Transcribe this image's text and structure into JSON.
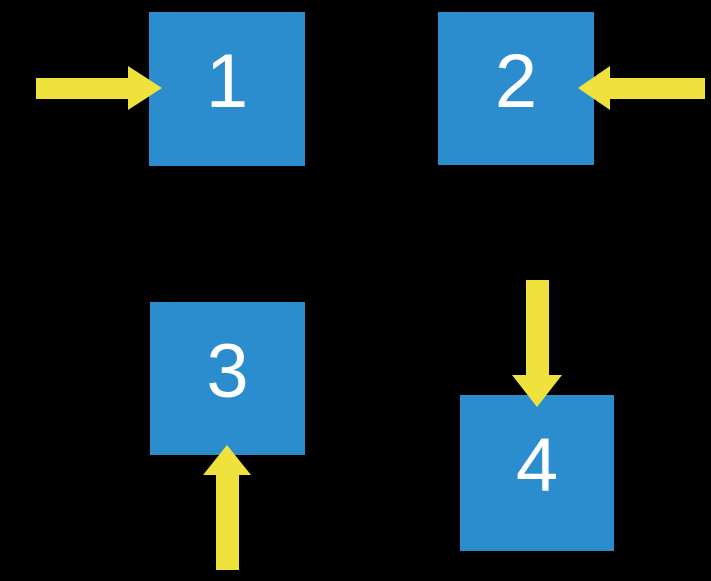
{
  "colors": {
    "background": "#000000",
    "box-fill": "#2B8DCE",
    "arrow-fill": "#F0E23C",
    "label": "#FFFFFF"
  },
  "boxes": [
    {
      "label": "1",
      "arrow_direction": "arrow enters from left, pointing right"
    },
    {
      "label": "2",
      "arrow_direction": "arrow enters from right, pointing left"
    },
    {
      "label": "3",
      "arrow_direction": "arrow enters from below, pointing up"
    },
    {
      "label": "4",
      "arrow_direction": "arrow enters from above, pointing down"
    }
  ]
}
